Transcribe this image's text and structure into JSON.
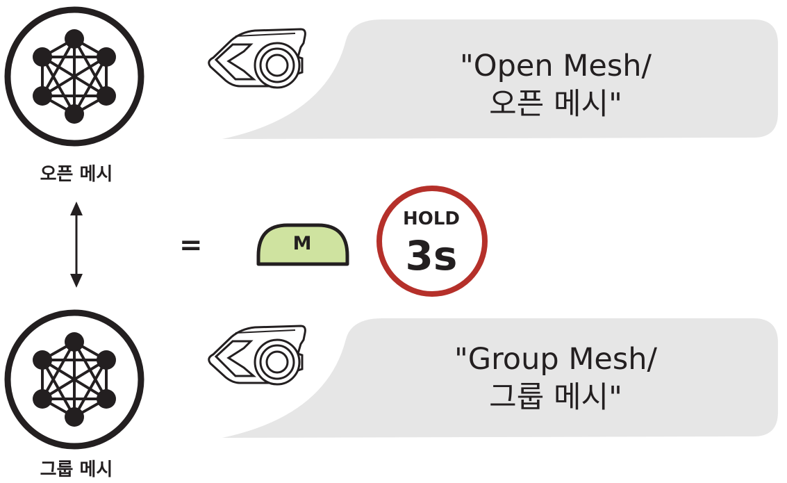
{
  "top_mode": {
    "label": "오픈 메시",
    "prompt_line1": "\"Open Mesh/",
    "prompt_line2": "오픈 메시\""
  },
  "bottom_mode": {
    "label": "그룹 메시",
    "prompt_line1": "\"Group Mesh/",
    "prompt_line2": "그룹 메시\""
  },
  "equals_sign": "=",
  "button": {
    "label": "M",
    "color": "#cfe3a0"
  },
  "hold": {
    "label": "HOLD",
    "duration": "3s",
    "ring_color": "#b5302a"
  },
  "icons": [
    "mesh-network-icon",
    "headset-icon",
    "double-arrow-icon",
    "m-button-icon",
    "hold-timer-icon"
  ]
}
